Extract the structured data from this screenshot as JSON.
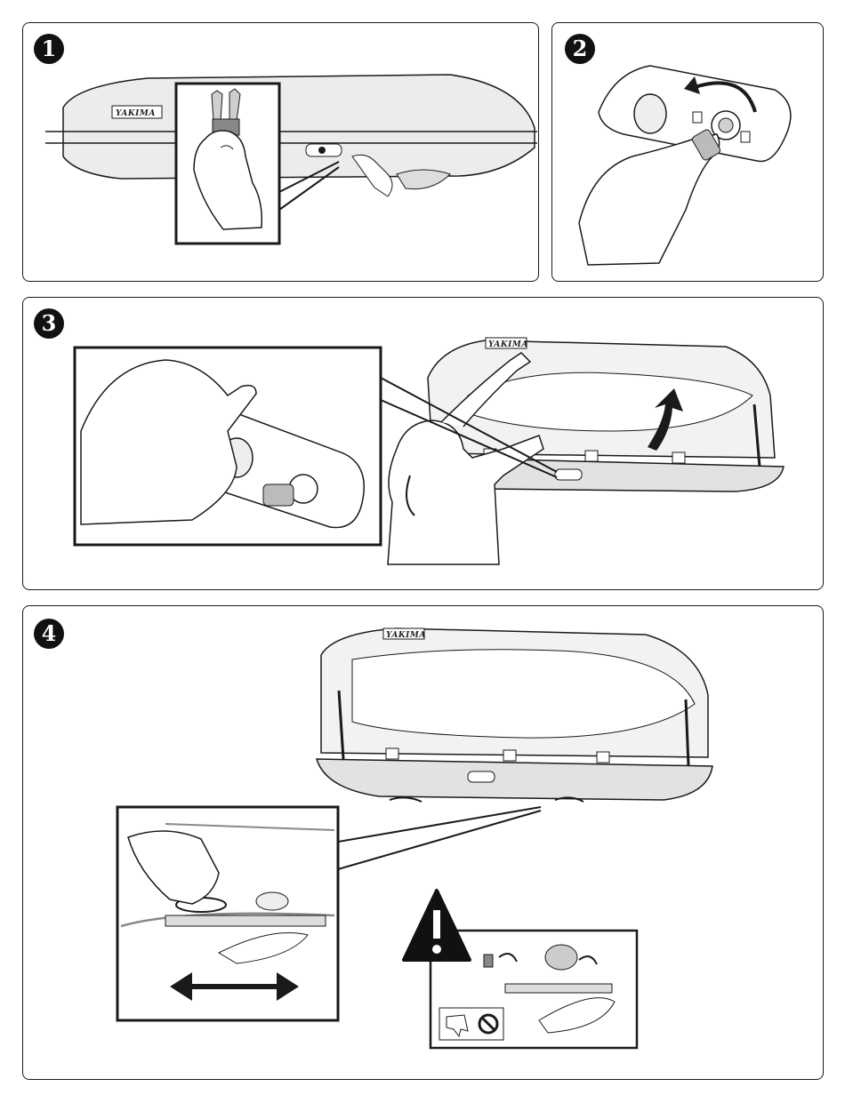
{
  "steps": [
    {
      "number": "1",
      "brand": "YAKIMA"
    },
    {
      "number": "2"
    },
    {
      "number": "3",
      "brand": "YAKIMA"
    },
    {
      "number": "4",
      "brand": "YAKIMA"
    }
  ],
  "colors": {
    "line": "#1a1a1a",
    "shade": "#d9d9d9",
    "lightShade": "#eeeeee",
    "gray": "#8a8a8a"
  },
  "icons": [
    "key-icon",
    "hand-icon",
    "rotate-arrow-icon",
    "lid-open-arrow-icon",
    "warning-icon",
    "thumbs-down-icon",
    "prohibited-icon",
    "double-arrow-icon"
  ]
}
